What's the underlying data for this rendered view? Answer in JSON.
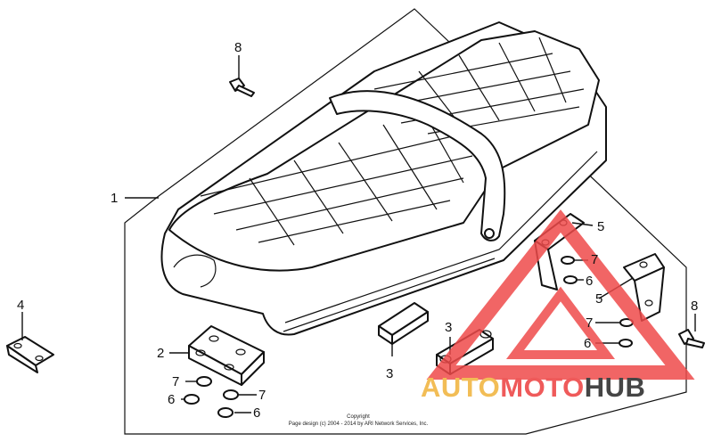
{
  "diagram": {
    "callouts": [
      {
        "id": "c1",
        "label": "1"
      },
      {
        "id": "c2",
        "label": "2"
      },
      {
        "id": "c3a",
        "label": "3"
      },
      {
        "id": "c3b",
        "label": "3"
      },
      {
        "id": "c4",
        "label": "4"
      },
      {
        "id": "c5a",
        "label": "5"
      },
      {
        "id": "c5b",
        "label": "5"
      },
      {
        "id": "c6a",
        "label": "6"
      },
      {
        "id": "c6b",
        "label": "6"
      },
      {
        "id": "c6c",
        "label": "6"
      },
      {
        "id": "c6d",
        "label": "6"
      },
      {
        "id": "c7a",
        "label": "7"
      },
      {
        "id": "c7b",
        "label": "7"
      },
      {
        "id": "c7c",
        "label": "7"
      },
      {
        "id": "c7d",
        "label": "7"
      },
      {
        "id": "c8a",
        "label": "8"
      },
      {
        "id": "c8b",
        "label": "8"
      }
    ],
    "copyright": {
      "line1": "Copyright",
      "line2": "Page design (c) 2004 - 2014 by ARI Network Services, Inc."
    }
  },
  "watermark": {
    "part1": "AUTO",
    "part2": "MOTO",
    "part3": "HUB",
    "colors": {
      "auto": "#f2bd56",
      "moto": "#ef5a5a",
      "hub": "#454545",
      "triangle": "#ef4a4a"
    }
  }
}
